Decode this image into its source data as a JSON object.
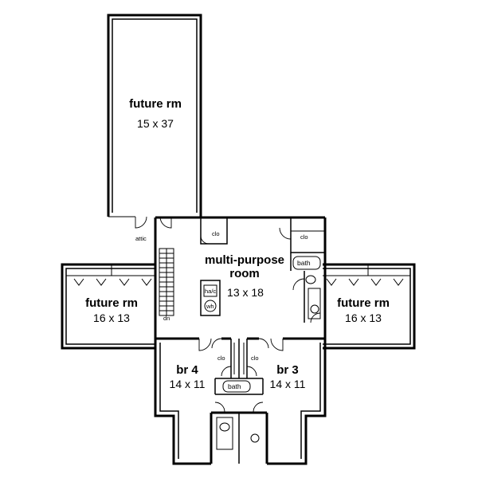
{
  "rooms": {
    "future_top": {
      "name": "future rm",
      "dims": "15 x 37"
    },
    "multi_purpose": {
      "name_line1": "multi-purpose",
      "name_line2": "room",
      "dims": "13 x 18"
    },
    "future_left": {
      "name": "future rm",
      "dims": "16 x 13"
    },
    "future_right": {
      "name": "future rm",
      "dims": "16 x 13"
    },
    "br4": {
      "name": "br 4",
      "dims": "14 x 11"
    },
    "br3": {
      "name": "br 3",
      "dims": "14 x 11"
    }
  },
  "labels": {
    "attic": "attic",
    "clo_upper_left": "clo",
    "clo_upper_right": "clo",
    "clo_br4": "clo",
    "clo_br3": "clo",
    "bath_upper": "bath",
    "bath_lower": "bath",
    "hac": "ha/c",
    "wh": "wh",
    "dn": "dn"
  }
}
